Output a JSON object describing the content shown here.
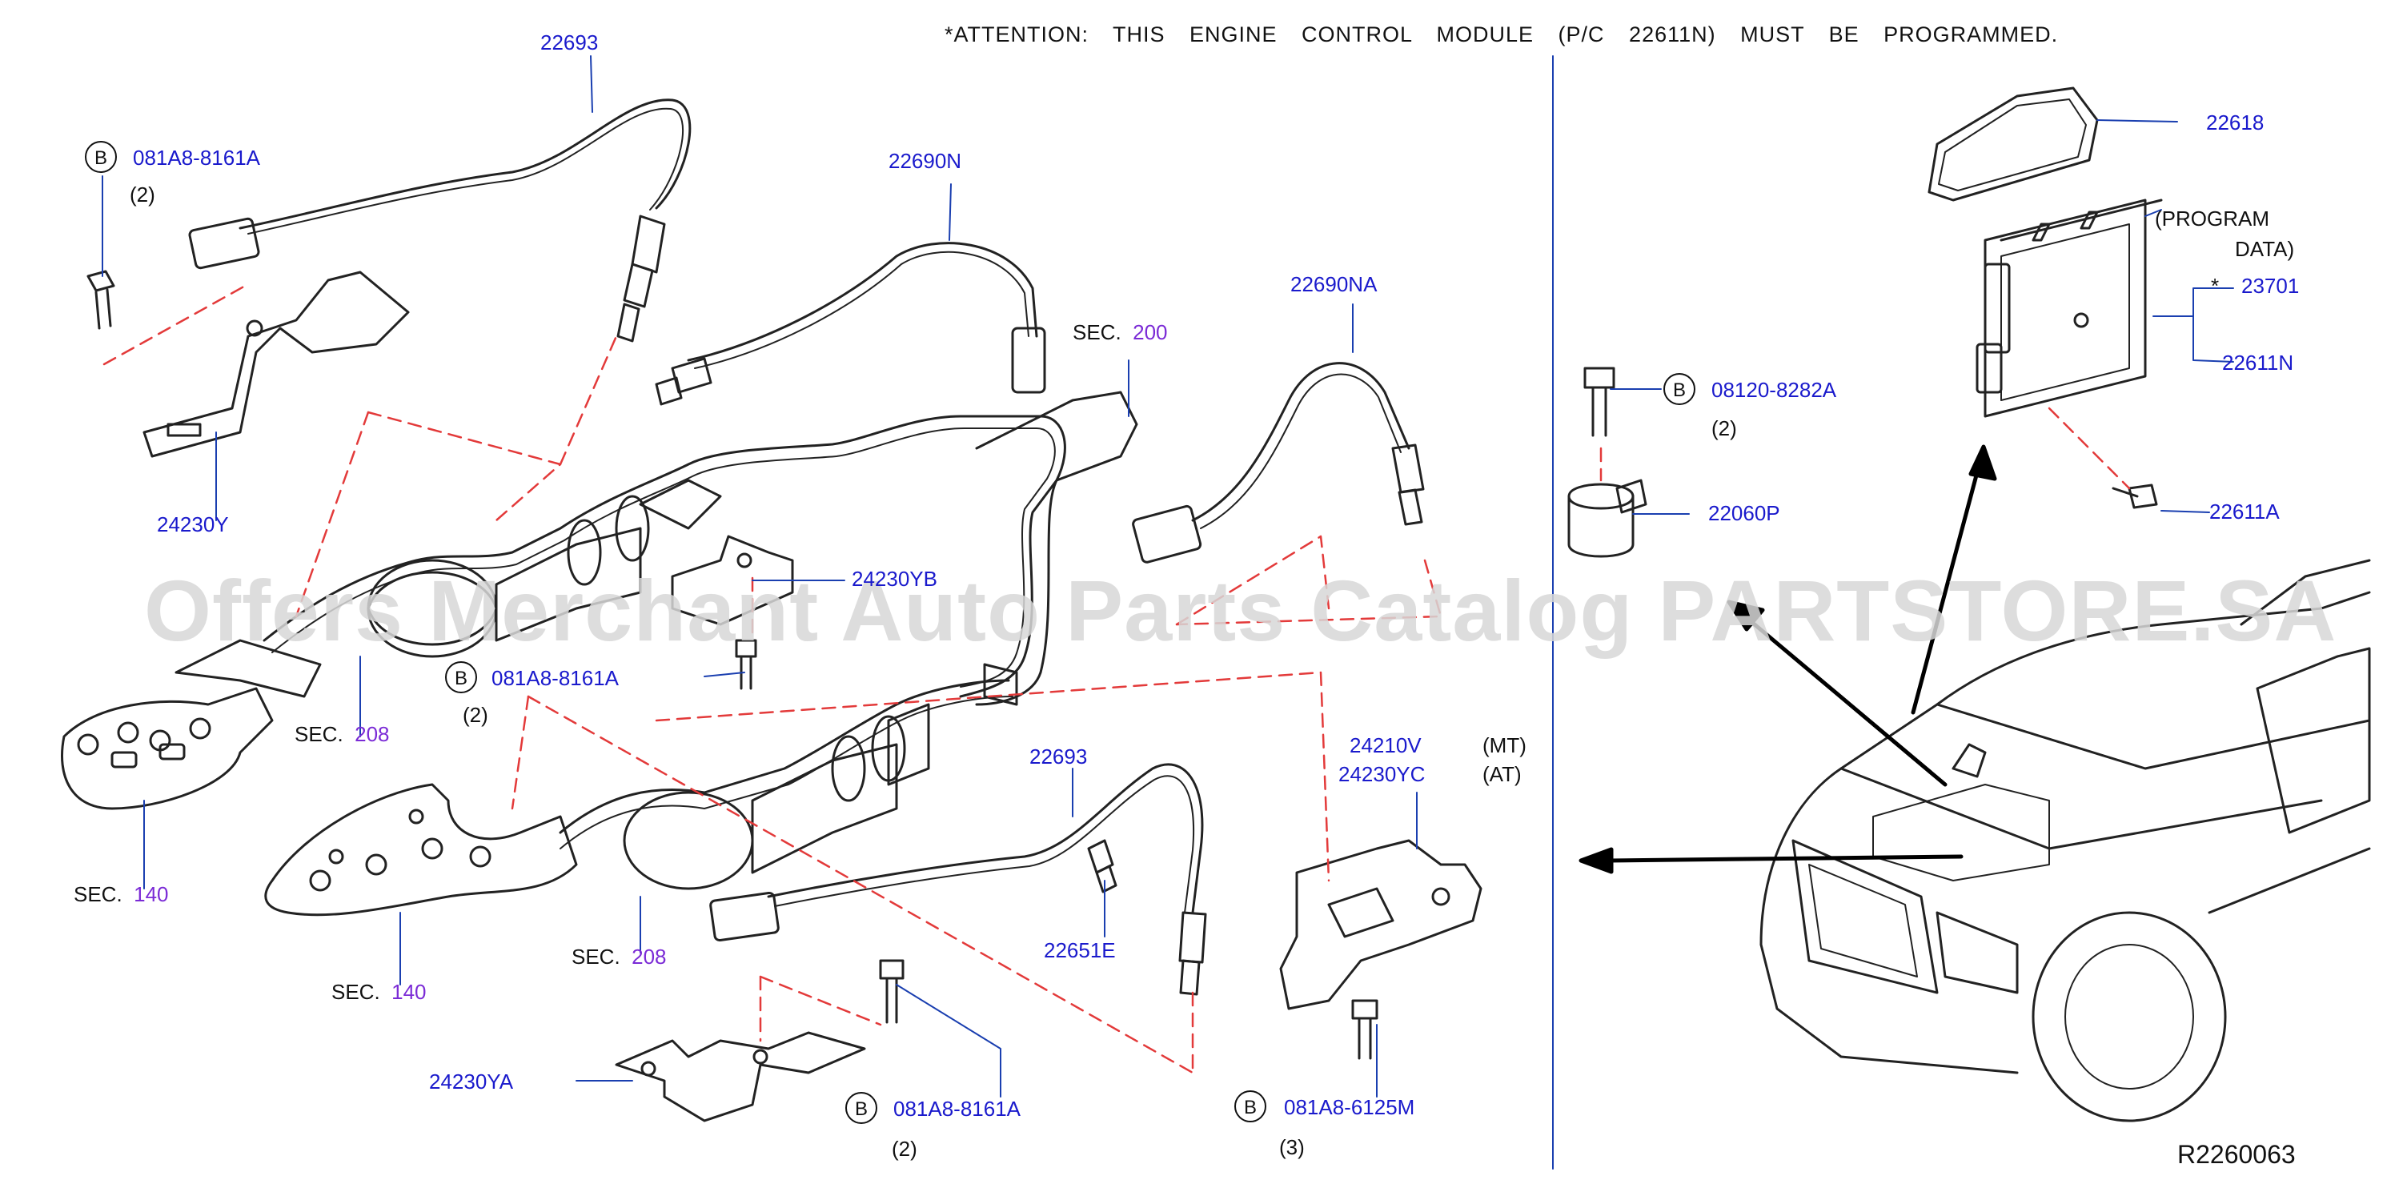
{
  "notice": "*ATTENTION: THIS ENGINE CONTROL MODULE (P/C 22611N) MUST BE PROGRAMMED.",
  "watermark": "Offers Merchant Auto Parts Catalog PARTSTORE.SA",
  "reference": "R2260063",
  "colors": {
    "part_number": "#1a1acc",
    "section_number": "#7b2bd6",
    "leader": "#1a3fb0",
    "dash": "#e33a3a",
    "outline": "#222222"
  },
  "parts": {
    "p22693_top": "22693",
    "p22690N": "22690N",
    "p22690NA": "22690NA",
    "p22693_bot": "22693",
    "p24230Y": "24230Y",
    "p24230YB": "24230YB",
    "p24230YA": "24230YA",
    "p22651E": "22651E",
    "p24210V": "24210V",
    "p24230YC": "24230YC",
    "p22618": "22618",
    "p23701": "23701",
    "p22611N": "22611N",
    "p22611A": "22611A",
    "p22060P": "22060P"
  },
  "bolts": {
    "b1": {
      "badge": "B",
      "part": "081A8-8161A",
      "qty": "(2)"
    },
    "b2": {
      "badge": "B",
      "part": "081A8-8161A",
      "qty": "(2)"
    },
    "b3": {
      "badge": "B",
      "part": "081A8-8161A",
      "qty": "(2)"
    },
    "b4": {
      "badge": "B",
      "part": "081A8-6125M",
      "qty": "(3)"
    },
    "b5": {
      "badge": "B",
      "part": "08120-8282A",
      "qty": "(2)"
    }
  },
  "sections": {
    "s200": {
      "prefix": "SEC.",
      "num": "200"
    },
    "s208a": {
      "prefix": "SEC.",
      "num": "208"
    },
    "s140a": {
      "prefix": "SEC.",
      "num": "140"
    },
    "s140b": {
      "prefix": "SEC.",
      "num": "140"
    },
    "s208b": {
      "prefix": "SEC.",
      "num": "208"
    }
  },
  "notes": {
    "mt": "(MT)",
    "at": "(AT)",
    "program1": "(PROGRAM",
    "program2": "DATA)",
    "star": "*"
  }
}
